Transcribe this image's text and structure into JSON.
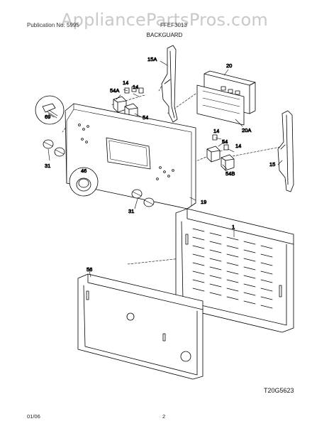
{
  "watermark": "AppliancePartsPros.com",
  "header": {
    "left": "Publication No: 5995",
    "middle": "FFEF3013",
    "title": "BACKGUARD"
  },
  "callouts": {
    "l15a": "15A",
    "l20": "20",
    "l20a": "20A",
    "l14a": "14",
    "l14b": "14",
    "l54a": "54A",
    "l54top": "54",
    "l14c": "14",
    "l54right": "54",
    "l14d": "14",
    "l54b": "54B",
    "l15": "15",
    "l69": "69",
    "l31a": "31",
    "l46": "46",
    "l31b": "31",
    "l19": "19",
    "l1": "1",
    "l56": "56"
  },
  "diagram_code": "T20G5623",
  "footer": {
    "date": "01/06",
    "page": "2"
  }
}
